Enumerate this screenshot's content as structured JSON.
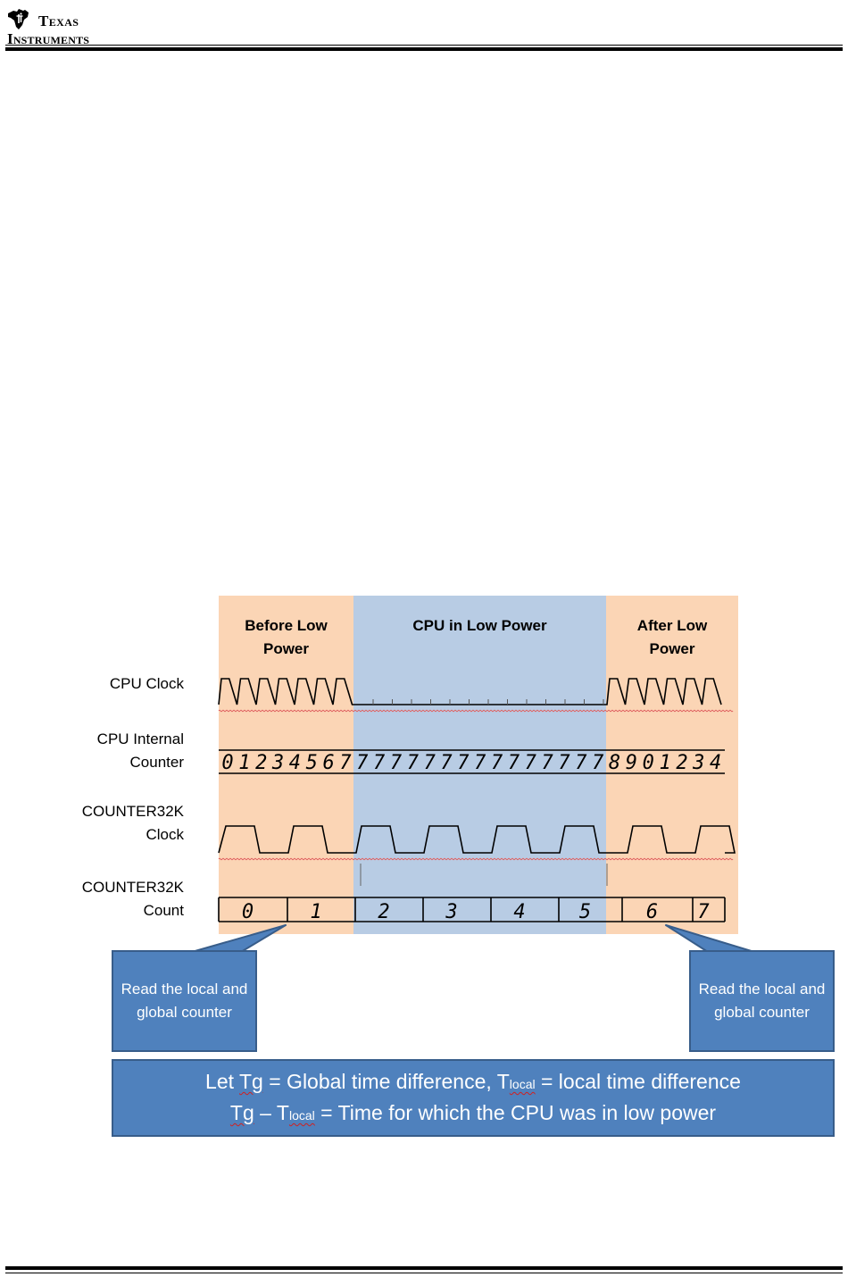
{
  "header": {
    "logo_line1": "Texas",
    "logo_line2": "Instruments"
  },
  "zones": {
    "before": "Before Low Power",
    "low": "CPU in Low Power",
    "after": "After Low Power"
  },
  "rows": {
    "cpu_clock": "CPU Clock",
    "cpu_counter": "CPU Internal Counter",
    "counter32k_clock": "COUNTER32K Clock",
    "counter32k_count": "COUNTER32K Count"
  },
  "cpu_counter_digits": [
    "0",
    "1",
    "2",
    "3",
    "4",
    "5",
    "6",
    "7",
    "7",
    "7",
    "7",
    "7",
    "7",
    "7",
    "7",
    "7",
    "7",
    "7",
    "7",
    "7",
    "7",
    "7",
    "7",
    "8",
    "9",
    "0",
    "1",
    "2",
    "3",
    "4"
  ],
  "counter32k_values": [
    "0",
    "1",
    "2",
    "3",
    "4",
    "5",
    "6",
    "7"
  ],
  "callouts": {
    "left": "Read the local and global counter",
    "right": "Read the local and global counter"
  },
  "formula": {
    "line1_a": "Let ",
    "tg": "Tg",
    "line1_b": " = Global time difference, ",
    "t": "T",
    "local": "local",
    "line1_c": " = local time difference",
    "line2_dash": " – ",
    "line2_b": " = Time for which the CPU was in low power"
  },
  "colors": {
    "zone_orange": "#fbd5b5",
    "zone_blue": "#b8cce4",
    "callout_fill": "#4f81bd",
    "callout_border": "#385d8a"
  }
}
